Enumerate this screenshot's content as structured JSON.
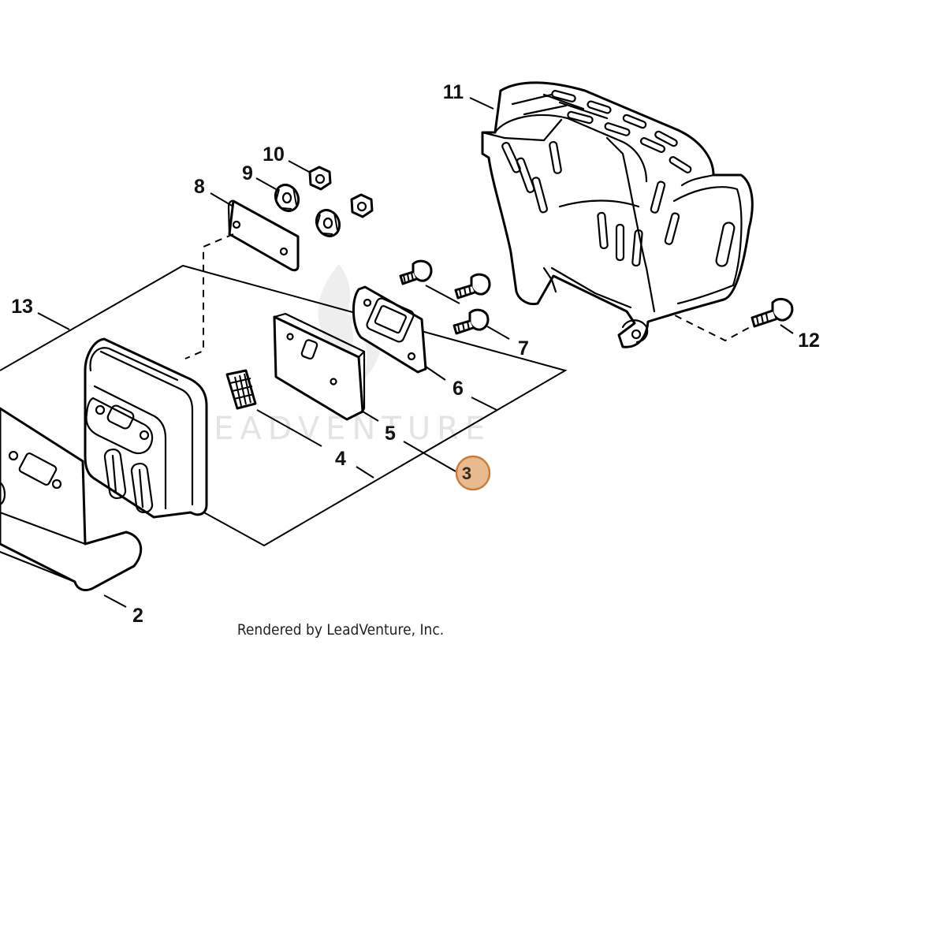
{
  "watermark": {
    "text": "LEADVENTURE"
  },
  "credit": "Rendered by LeadVenture, Inc.",
  "callouts": [
    {
      "id": "2",
      "label": "2"
    },
    {
      "id": "3",
      "label": "3",
      "highlighted": true
    },
    {
      "id": "4",
      "label": "4"
    },
    {
      "id": "5",
      "label": "5"
    },
    {
      "id": "6",
      "label": "6"
    },
    {
      "id": "7",
      "label": "7"
    },
    {
      "id": "8",
      "label": "8"
    },
    {
      "id": "9",
      "label": "9"
    },
    {
      "id": "10",
      "label": "10"
    },
    {
      "id": "11",
      "label": "11"
    },
    {
      "id": "12",
      "label": "12"
    },
    {
      "id": "13",
      "label": "13"
    }
  ],
  "colors": {
    "highlight_fill": "#e9b98f",
    "highlight_stroke": "#c97e3e",
    "line": "#000000",
    "watermark": "#e4e4e4"
  }
}
